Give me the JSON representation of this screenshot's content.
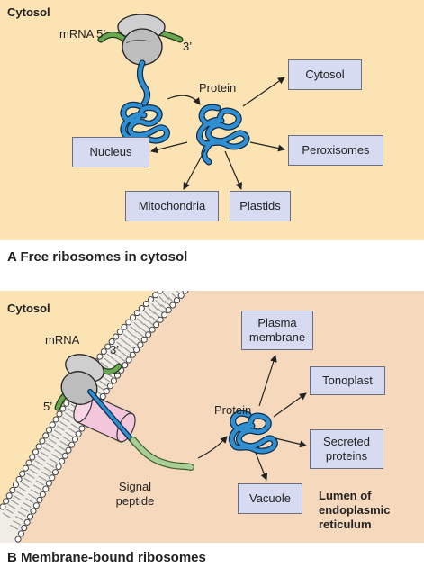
{
  "panel_a": {
    "region_label": "Cytosol",
    "mrna_label": "mRNA 5’",
    "three_prime": "3’",
    "protein_label": "Protein",
    "destinations": {
      "cytosol": "Cytosol",
      "nucleus": "Nucleus",
      "peroxisomes": "Peroxisomes",
      "mitochondria": "Mitochondria",
      "plastids": "Plastids"
    },
    "caption": "A  Free ribosomes in cytosol"
  },
  "panel_b": {
    "region_label": "Cytosol",
    "mrna_label": "mRNA",
    "three_prime": "3’",
    "five_prime": "5’",
    "protein_label": "Protein",
    "signal_peptide": "Signal\npeptide",
    "destinations": {
      "plasma_membrane": "Plasma\nmembrane",
      "tonoplast": "Tonoplast",
      "secreted_proteins": "Secreted\nproteins",
      "vacuole": "Vacuole"
    },
    "lumen_label": "Lumen of\nendoplasmic\nreticulum",
    "caption": "B  Membrane-bound ribosomes"
  },
  "colors": {
    "panel_a_bg": "#fbe3b4",
    "panel_b_bg": "#f6d8bd",
    "box_fill": "#d6dbf2",
    "protein_blue": "#2f8fd0",
    "mrna_green": "#6aa84f",
    "ribosome_gray": "#c9c9c9",
    "channel_pink": "#f4c6dc",
    "signal_peptide_green": "#a9cf96"
  }
}
